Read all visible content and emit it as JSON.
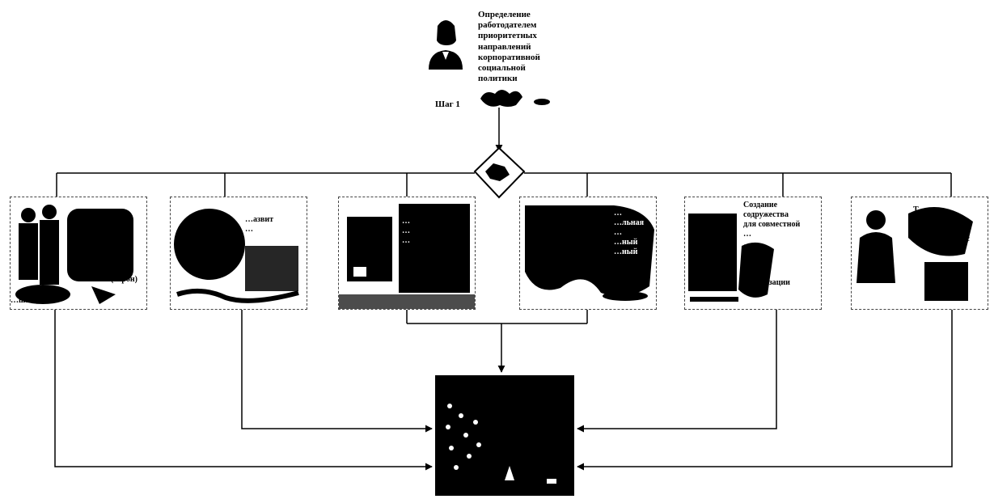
{
  "header": {
    "text": "Определение\nработодателем\nприоритетных\nнаправлений\nкорпоративной\nсоциальной\nполитики",
    "step_label": "Шаг 1"
  },
  "panels": [
    {
      "text": "(…рон)",
      "caption": "…шзации",
      "icon": "people-group-icon"
    },
    {
      "text": "…азвит\n…",
      "caption": "",
      "icon": "round-seal-icon"
    },
    {
      "text": "…\n…\n…",
      "caption": "",
      "icon": "office-desk-icon"
    },
    {
      "text": "…\n…льная\n…\n…ный\n…ный",
      "caption": "",
      "icon": "map-blob-icon"
    },
    {
      "text": "Создание\nсодружества\nдля совместной\n…\n…\n…\n…\n…их\nорганизации",
      "caption": "",
      "icon": "handshake-icon"
    },
    {
      "text": "Т…\n…ании\n…и\n…очий процесс",
      "caption": "",
      "icon": "workers-icon"
    }
  ],
  "result": {
    "icon": "result-badge-icon"
  },
  "decision": {
    "icon": "decision-diamond-icon"
  },
  "person": {
    "icon": "person-avatar-icon"
  }
}
